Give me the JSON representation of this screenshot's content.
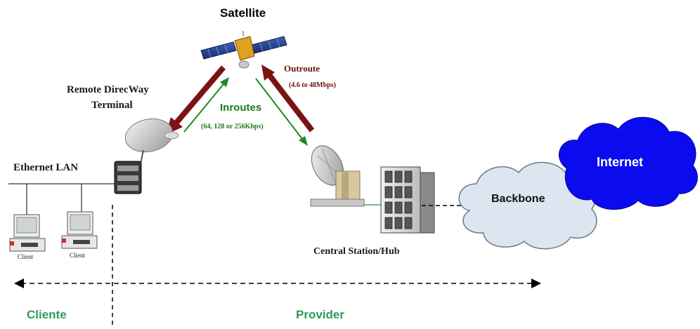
{
  "labels": {
    "satellite": "Satellite",
    "outroute": "Outroute",
    "outroute_rate": "(4.6 to 48Mbps)",
    "inroutes": "Inroutes",
    "inroutes_rate": "(64, 128 or 256Kbps)",
    "terminal_line1": "Remote DirecWay",
    "terminal_line2": "Terminal",
    "ethernet_lan": "Ethernet LAN",
    "client_1": "Client",
    "client_2": "Client",
    "central_station": "Central Station/Hub",
    "backbone": "Backbone",
    "internet": "Internet",
    "cliente": "Cliente",
    "provider": "Provider"
  },
  "colors": {
    "outroute_arrow": "#7a1414",
    "inroute_arrow": "#1f8a1f",
    "outroute_text": "#6b1212",
    "inroute_text": "#1e7a1e",
    "internet_cloud": "#0b0bf0",
    "backbone_cloud": "#dfe8f2",
    "zone_label": "#2e9a55"
  }
}
